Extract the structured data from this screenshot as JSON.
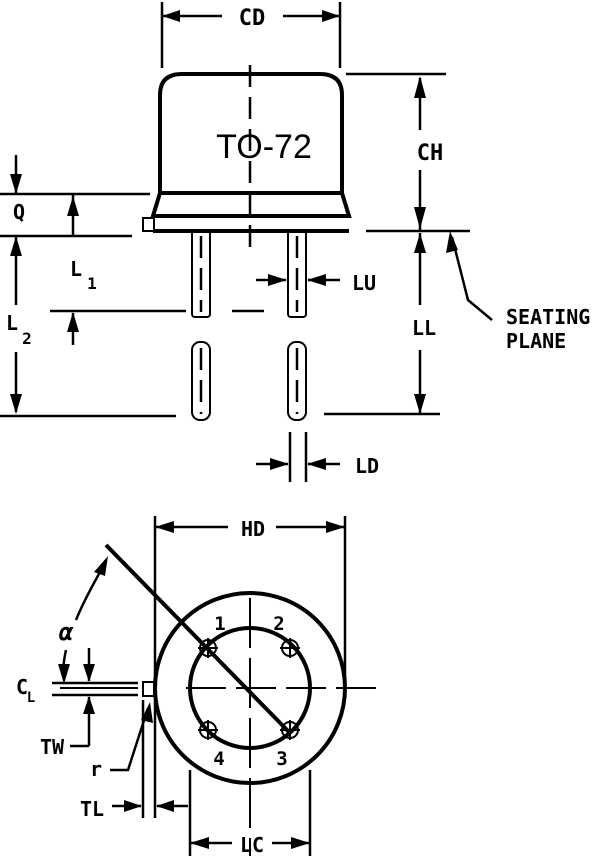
{
  "package": {
    "name": "TO-72"
  },
  "side_view": {
    "labels": {
      "cd": "CD",
      "ch": "CH",
      "q": "Q",
      "l1_main": "L",
      "l1_sub": "1",
      "l2_main": "L",
      "l2_sub": "2",
      "lu": "LU",
      "ll": "LL",
      "ld": "LD",
      "seating_line1": "SEATING",
      "seating_line2": "PLANE"
    }
  },
  "bottom_view": {
    "labels": {
      "hd": "HD",
      "alpha": "α",
      "centerline": "C",
      "centerline_sub": "L",
      "tw": "TW",
      "r": "r",
      "tl": "TL",
      "lc": "LC"
    },
    "pins": [
      "1",
      "2",
      "3",
      "4"
    ]
  }
}
